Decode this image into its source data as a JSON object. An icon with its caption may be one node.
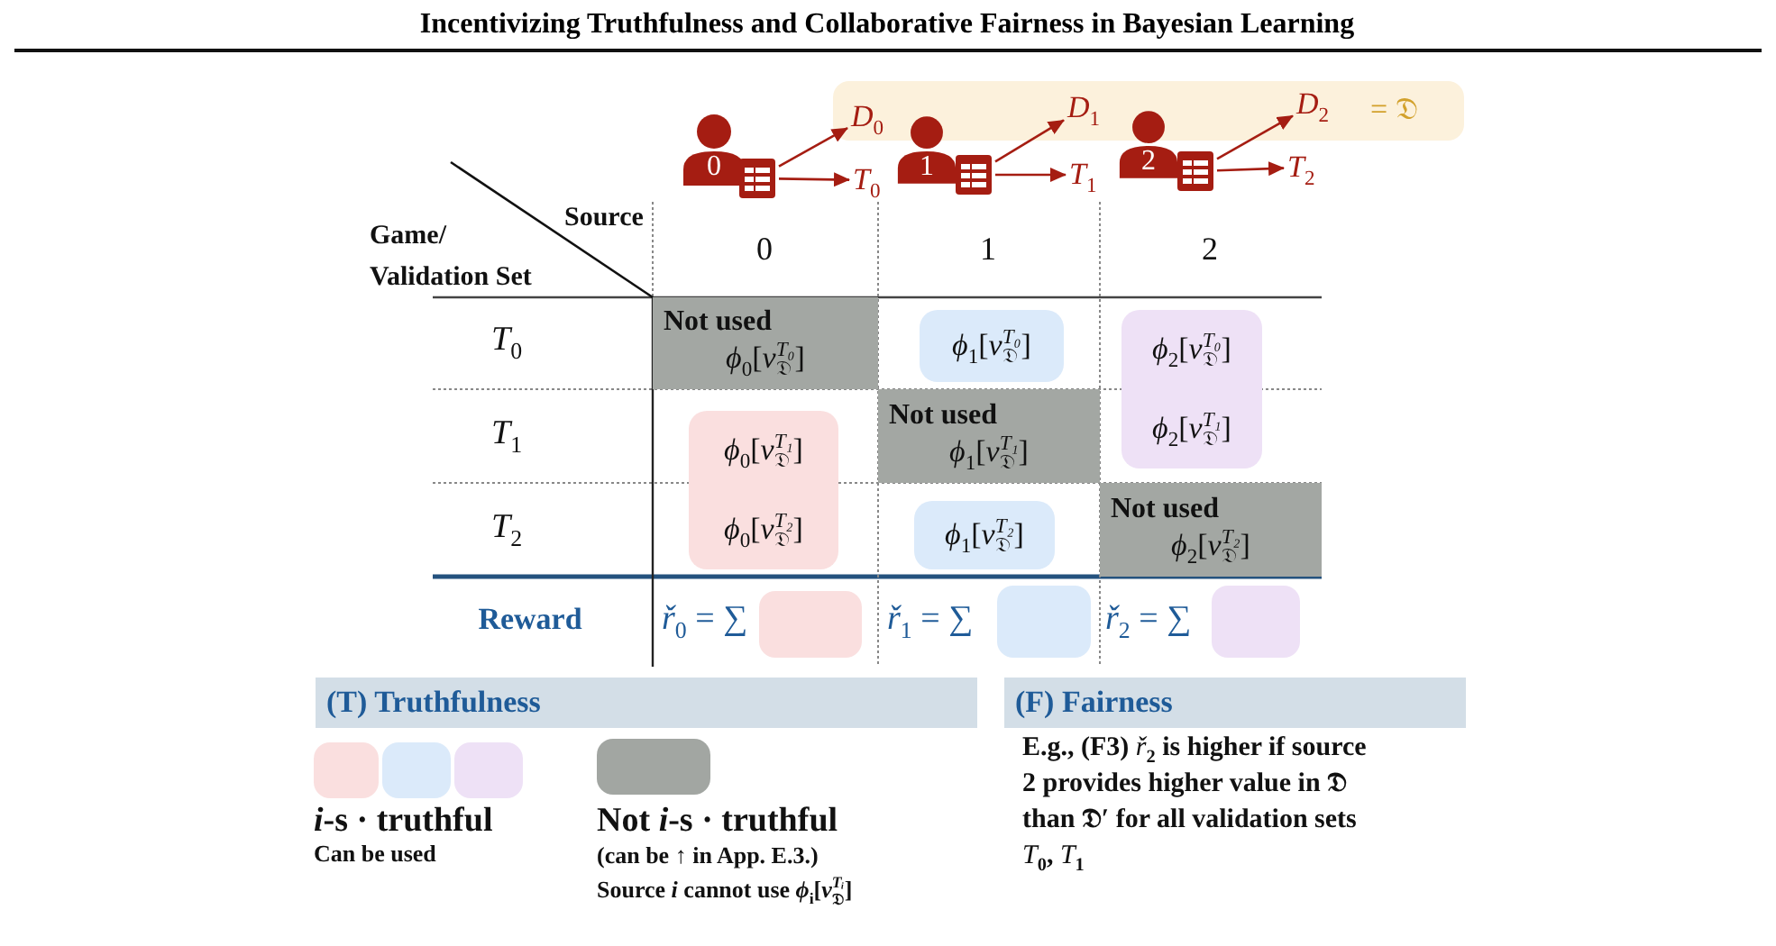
{
  "diagram": {
    "title": "Incentivizing Truthfulness and Collaborative Fairness in Bayesian Learning",
    "nodes": [
      {
        "text": [
          "= 𝔇"
        ]
      },
      {
        "text": [
          "*D*$_{0}$"
        ],
        "in": 0
      },
      {
        "text": [
          "*D*$_{1}$"
        ],
        "in": 0
      },
      {
        "text": [
          "*D*$_{2}$"
        ],
        "in": 0
      },
      {
        "text": [
          "0"
        ]
      },
      {
        "text": [],
        "shape": "picture"
      },
      {
        "text": [
          "*T*$_{0}$"
        ]
      },
      {
        "text": [
          "1"
        ]
      },
      {
        "text": [],
        "shape": "picture"
      },
      {
        "text": [
          "*T*$_{1}$"
        ]
      },
      {
        "text": [
          "2"
        ]
      },
      {
        "text": [],
        "shape": "picture"
      },
      {
        "text": [
          "*T*$_{2}$"
        ]
      },
      {
        "text": [
          "Not used",
          "*ϕ*$_{0}$[*ν*$^{T₀}$$_{𝔇}$]"
        ]
      },
      {
        "text": [
          "*ϕ*$_{1}$[*ν*$^{T₀}$$_{𝔇}$]"
        ]
      },
      {
        "text": [
          "*ϕ*$_{2}$[*ν*$^{T₀}$$_{𝔇}$]",
          "*ϕ*$_{2}$[*ν*$^{T₁}$$_{𝔇}$]"
        ]
      },
      {
        "text": [
          "*ϕ*$_{0}$[*ν*$^{T₁}$$_{𝔇}$]",
          "*ϕ*$_{0}$[*ν*$^{T₂}$$_{𝔇}$]"
        ]
      },
      {
        "text": [
          "Not used",
          "*ϕ*$_{1}$[*ν*$^{T₁}$$_{𝔇}$]"
        ]
      },
      {
        "text": [
          "*ϕ*$_{1}$[*ν*$^{T₂}$$_{𝔇}$]"
        ]
      },
      {
        "text": [
          "Not used",
          "*ϕ*$_{2}$[*ν*$^{T₂}$$_{𝔇}$]"
        ]
      },
      {
        "text": [],
        "shape": "box"
      },
      {
        "text": [],
        "shape": "box"
      },
      {
        "text": [],
        "shape": "box"
      },
      {
        "text": [
          "(T) Truthfulness"
        ]
      },
      {
        "text": [
          "(F) Fairness"
        ]
      },
      {
        "text": [],
        "shape": "box"
      },
      {
        "text": [],
        "shape": "box"
      },
      {
        "text": [],
        "shape": "box"
      },
      {
        "text": [],
        "shape": "box"
      }
    ],
    "edges": [
      {
        "from": 5,
        "to": 1,
        "arrow": "to"
      },
      {
        "from": 5,
        "to": 6,
        "arrow": "to"
      },
      {
        "from": 8,
        "to": 2,
        "arrow": "to"
      },
      {
        "from": 8,
        "to": 9,
        "arrow": "to"
      },
      {
        "from": 11,
        "to": 3,
        "arrow": "to"
      },
      {
        "from": 11,
        "to": 12,
        "arrow": "to"
      }
    ],
    "labels": [
      "Game/ Validation Set",
      "Source",
      "0",
      "1",
      "2",
      "*T*$_{0}$",
      "*T*$_{1}$",
      "*T*$_{2}$",
      "Reward",
      "*ř*$_{0}$ = ∑",
      "*ř*$_{1}$ = ∑",
      "*ř*$_{2}$ = ∑",
      "*i*-s · truthful",
      "Can be used",
      "Not *i*-s · truthful",
      "(can be ↑ in App. E.3.)",
      "Source *i* cannot use *ϕ*$_{i}$[*ν*$^{Tᵢ}$$_{𝔇}$]",
      "E.g., (F3) *ř*$_{2}$ is higher if source 2 provides higher value in 𝔇 than 𝔇′ for all validation sets *T*$_{0}$, *T*$_{1}$"
    ]
  }
}
